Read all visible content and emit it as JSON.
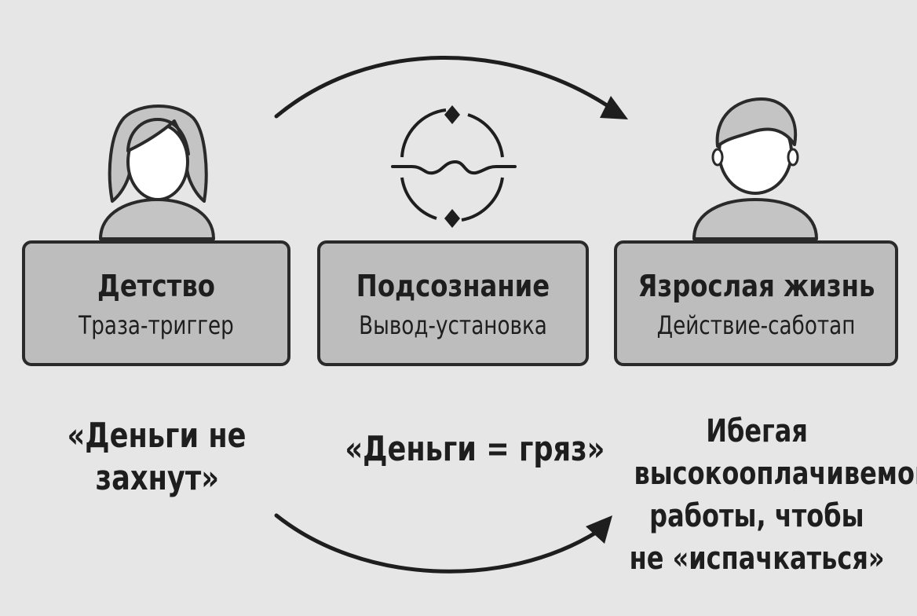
{
  "stages": [
    {
      "title": "Детство",
      "subtitle": "Траза-триггер"
    },
    {
      "title": "Подсознание",
      "subtitle": "Вывод-установка"
    },
    {
      "title": "Язрослая жизнь",
      "subtitle": "Действие-саботап"
    }
  ],
  "captions": {
    "childhood_line1": "«Деньги не",
    "childhood_line2": "захнут»",
    "subconscious": "«Деньги = гряз»",
    "adult_line1": "Ибегая",
    "adult_line2": "высокооплачивемой",
    "adult_line3": "работы, чтобы",
    "adult_line4": "не «испачкаться»"
  },
  "icons": {
    "childhood": "woman-icon",
    "subconscious": "mind-cycle-icon",
    "adult": "man-icon"
  },
  "colors": {
    "background": "#e6e6e6",
    "box_fill": "#bdbdbd",
    "line": "#1e1e1e",
    "figure_fill": "#c4c4c4"
  }
}
